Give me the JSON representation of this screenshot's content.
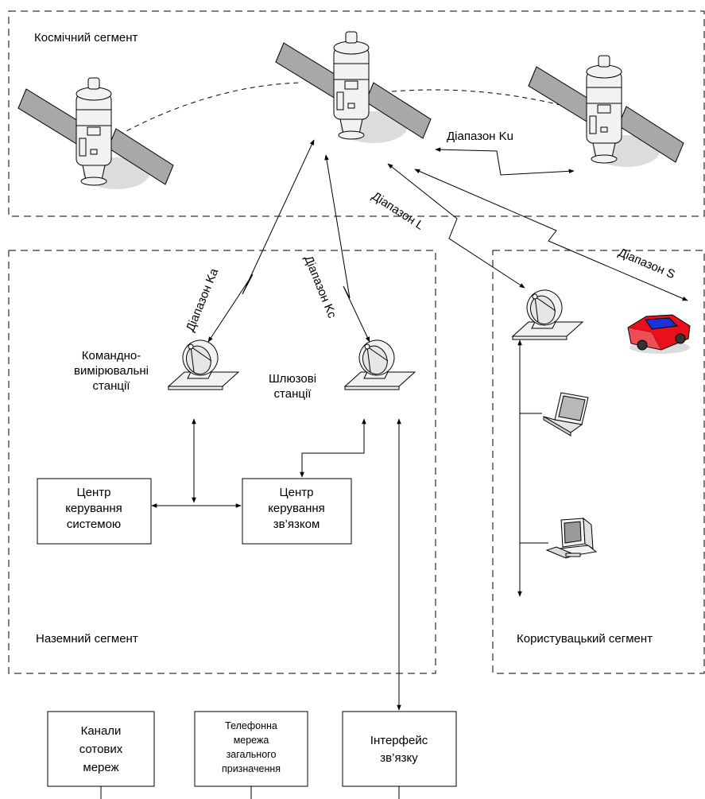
{
  "segments": {
    "space": "Космічний сегмент",
    "ground": "Наземний сегмент",
    "user": "Користувацький сегмент"
  },
  "bands": {
    "ku": "Діапазон Ku",
    "l": "Діапазон L",
    "s": "Діапазон S",
    "ka": "Діапазон Ka",
    "kc": "Діапазон Kc"
  },
  "stations": {
    "command": [
      "Командно-",
      "вимірювальні",
      "станції"
    ],
    "gateway": [
      "Шлюзові",
      "станції"
    ]
  },
  "centers": {
    "system": [
      "Центр",
      "керування",
      "системою"
    ],
    "comm": [
      "Центр",
      "керування",
      "зв’язком"
    ]
  },
  "external": {
    "cellular": [
      "Канали",
      "сотових",
      "мереж"
    ],
    "telephone": [
      "Телефонна",
      "мережа",
      "загального",
      "призначення"
    ],
    "interface": [
      "Інтерфейс",
      "зв’язку"
    ]
  },
  "icons": {
    "satellite": "satellite-icon",
    "dish": "satellite-dish-icon",
    "car": "car-icon",
    "laptop": "laptop-icon",
    "desktop": "desktop-computer-icon"
  },
  "colors": {
    "car_body": "#e8111b",
    "car_windows": "#1b33d6",
    "panel": "#a8a8a8"
  }
}
